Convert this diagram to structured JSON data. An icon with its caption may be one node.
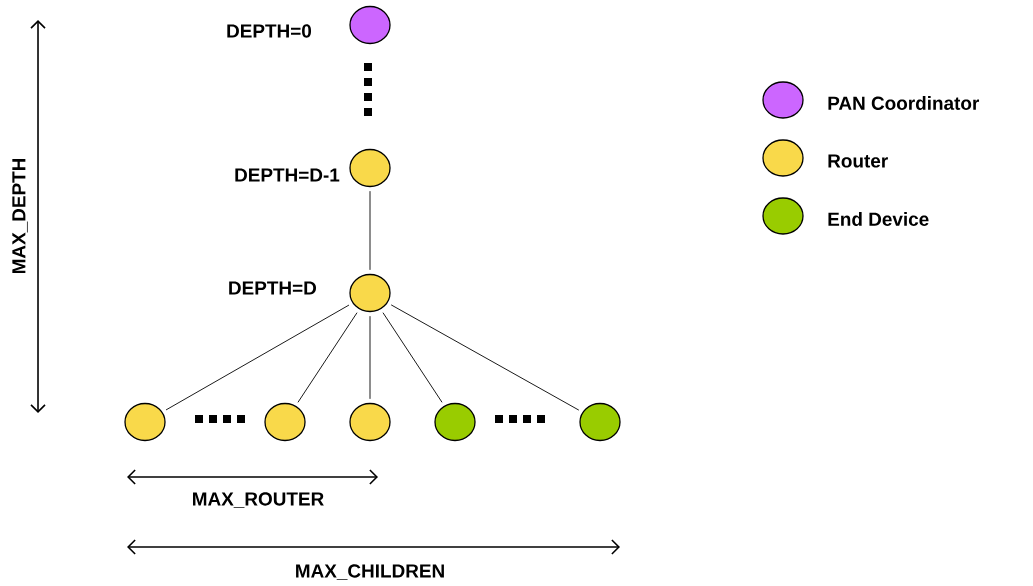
{
  "diagram": {
    "nodes": [
      {
        "text": [],
        "shape": "circle",
        "beside": [
          "DEPTH=0"
        ]
      },
      {
        "text": [],
        "shape": "circle",
        "beside": [
          "DEPTH=D-1"
        ]
      },
      {
        "text": [],
        "shape": "circle",
        "beside": [
          "DEPTH=D"
        ]
      },
      {
        "text": [],
        "shape": "circle"
      },
      {
        "text": [],
        "shape": "circle"
      },
      {
        "text": [],
        "shape": "circle"
      },
      {
        "text": [],
        "shape": "circle"
      },
      {
        "text": [],
        "shape": "circle"
      }
    ],
    "edges": [
      {
        "from": 1,
        "to": 2,
        "arrow": "none"
      },
      {
        "from": 2,
        "to": 3,
        "arrow": "none"
      },
      {
        "from": 2,
        "to": 4,
        "arrow": "none"
      },
      {
        "from": 2,
        "to": 5,
        "arrow": "none"
      },
      {
        "from": 2,
        "to": 6,
        "arrow": "none"
      },
      {
        "from": 2,
        "to": 7,
        "arrow": "none"
      }
    ],
    "labels": [
      "MAX_DEPTH",
      "MAX_ROUTER",
      "MAX_CHILDREN"
    ],
    "legend": [
      {
        "text": "PAN Coordinator",
        "color": "#cc66ff"
      },
      {
        "text": "Router",
        "color": "#f9d94a"
      },
      {
        "text": "End Device",
        "color": "#99cc00"
      }
    ]
  }
}
